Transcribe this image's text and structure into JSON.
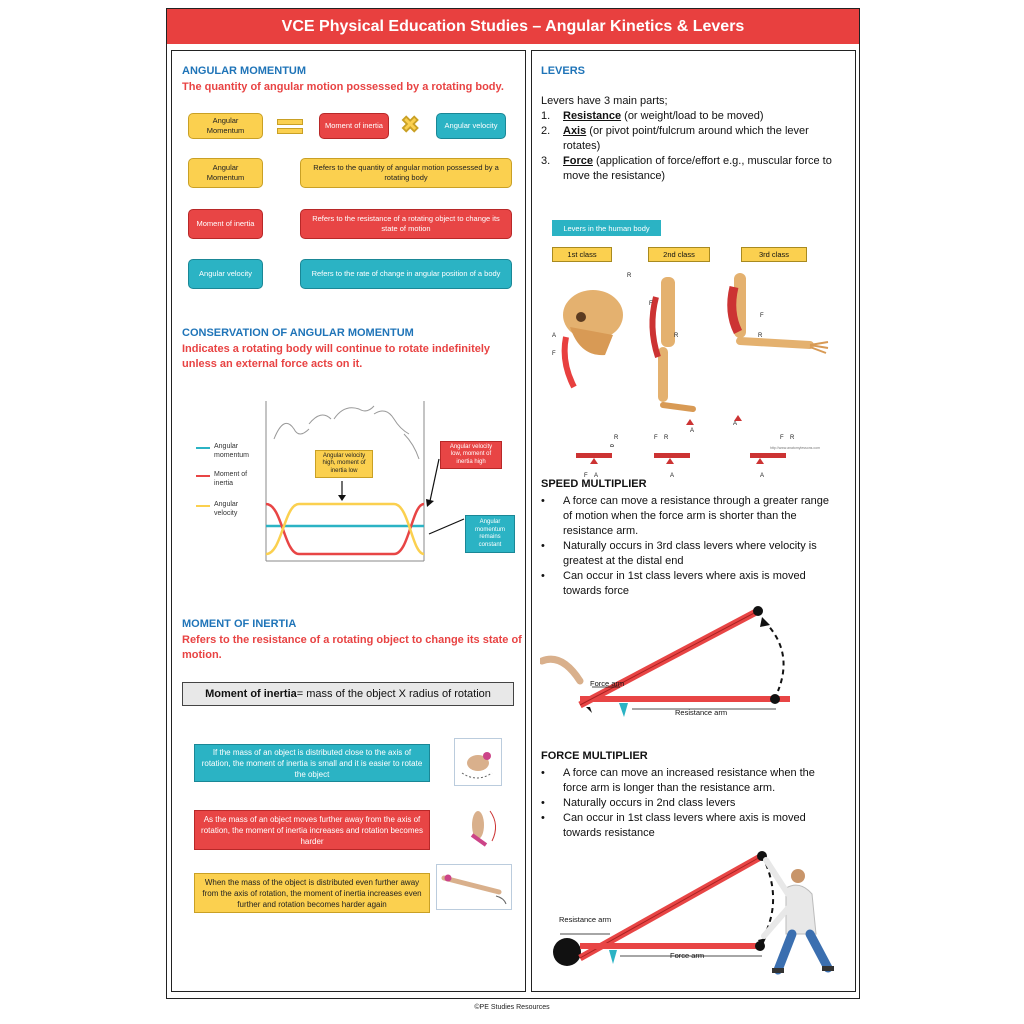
{
  "header": {
    "title": "VCE Physical Education Studies – Angular Kinetics & Levers"
  },
  "angular_momentum": {
    "heading": "ANGULAR MOMENTUM",
    "definition": "The quantity of angular motion possessed by a rotating body.",
    "eq_lhs": "Angular Momentum",
    "eq_mid": "Moment of inertia",
    "eq_rhs": "Angular velocity",
    "rows": [
      {
        "term": "Angular Momentum",
        "desc": "Refers to the quantity of angular motion possessed by a rotating body"
      },
      {
        "term": "Moment of inertia",
        "desc": "Refers to the resistance of a rotating object to change its state of motion"
      },
      {
        "term": "Angular velocity",
        "desc": "Refers to the rate of change in angular position of a body"
      }
    ]
  },
  "conservation": {
    "heading": "CONSERVATION OF ANGULAR MOMENTUM",
    "definition": "Indicates a rotating body will continue to rotate indefinitely unless an external force acts on it.",
    "legend": [
      "Angular momentum",
      "Moment of inertia",
      "Angular velocity"
    ],
    "callout_yellow": "Angular velocity high, moment of inertia low",
    "callout_red": "Angular velocity low, moment of inertia high",
    "callout_teal": "Angular momentum remains constant"
  },
  "moment_of_inertia": {
    "heading": "MOMENT OF INERTIA",
    "definition": "Refers to the resistance of a rotating object to change its state of motion.",
    "formula_bold": "Moment of inertia",
    "formula_rest": " = mass of the object X radius of rotation",
    "examples": [
      "If the mass of an object is distributed close to the axis of rotation, the moment of inertia is small and it is easier to rotate the object",
      "As the mass of an object moves further away from the axis of rotation, the moment of inertia increases and rotation becomes harder",
      "When the mass of the object is distributed even further away from the axis of rotation, the moment of inertia increases even further and rotation becomes harder again"
    ]
  },
  "levers": {
    "heading": "LEVERS",
    "intro": "Levers have 3 main parts;",
    "parts": [
      {
        "num": "1.",
        "term": "Resistance",
        "rest": " (or weight/load to be moved)"
      },
      {
        "num": "2.",
        "term": "Axis",
        "rest": " (or pivot point/fulcrum around which the lever rotates)"
      },
      {
        "num": "3.",
        "term": "Force",
        "rest": " (application of force/effort e.g., muscular force to move the resistance)"
      }
    ],
    "body_label": "Levers in the human body",
    "classes": [
      "1st class",
      "2nd class",
      "3rd class"
    ],
    "credit": "http://www.anatomylessons.com"
  },
  "speed_multiplier": {
    "heading": "SPEED MULTIPLIER",
    "bullets": [
      "A force can move a resistance through a greater range of motion when the force arm is shorter than the resistance arm.",
      "Naturally occurs in 3rd class levers where velocity is greatest at the distal end",
      "Can occur in 1st class levers where axis is moved towards force"
    ],
    "force_arm": "Force arm",
    "resistance_arm": "Resistance arm"
  },
  "force_multiplier": {
    "heading": "FORCE MULTIPLIER",
    "bullets": [
      "A force can move an increased resistance when the force arm is longer than the resistance arm.",
      "Naturally occurs in 2nd class levers",
      "Can occur in 1st class levers where axis is moved towards resistance"
    ],
    "resistance_arm": "Resistance arm",
    "force_arm": "Force arm"
  },
  "footer": {
    "text": "©PE Studies Resources"
  },
  "colors": {
    "red": "#e8403f",
    "yellow": "#fbd04f",
    "teal": "#2bb3c4",
    "blue": "#1f74b8"
  }
}
